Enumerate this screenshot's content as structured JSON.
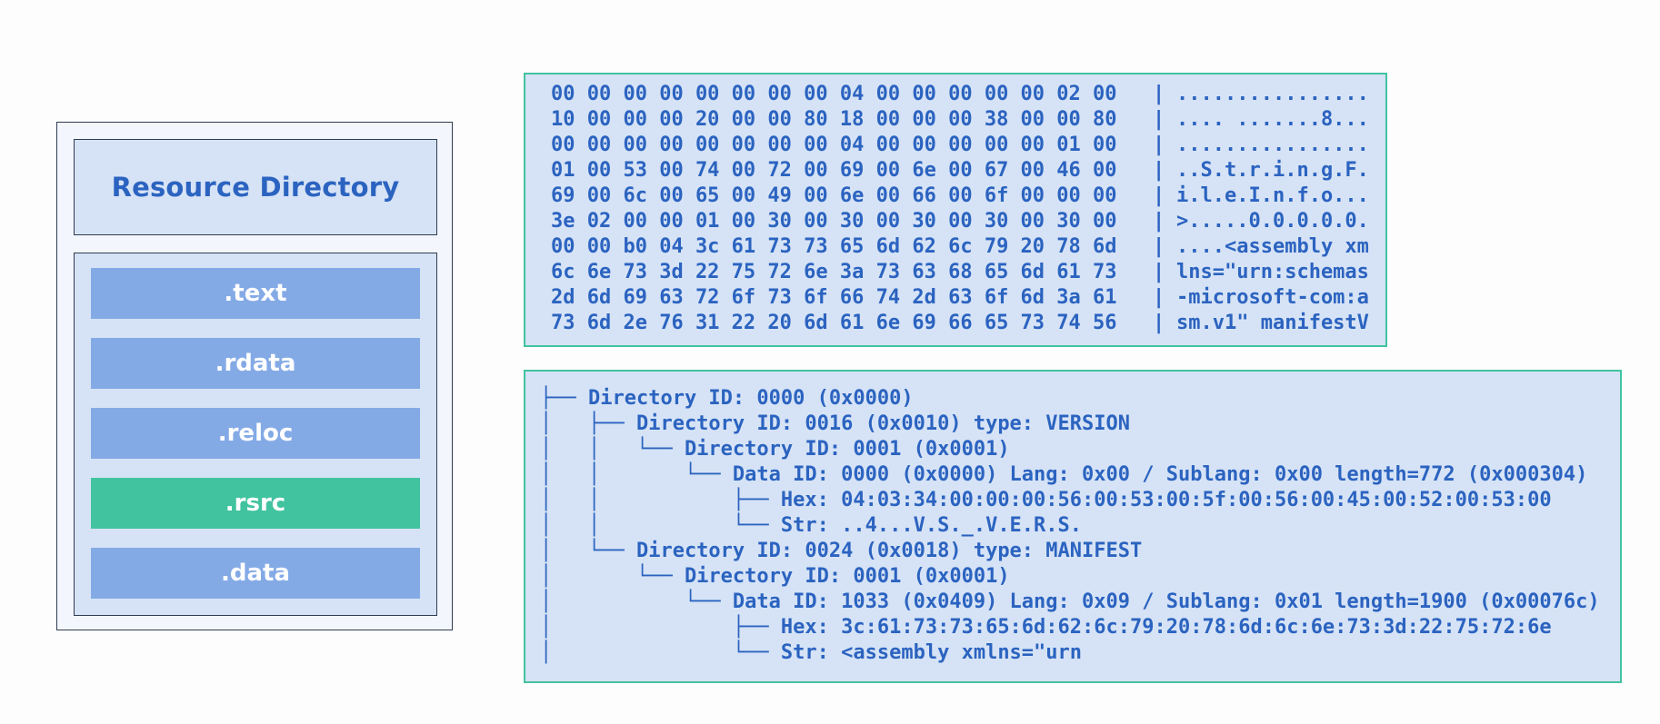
{
  "pe_diagram": {
    "title": "Resource Directory",
    "sections": [
      {
        "label": ".text",
        "highlight": false
      },
      {
        "label": ".rdata",
        "highlight": false
      },
      {
        "label": ".reloc",
        "highlight": false
      },
      {
        "label": ".rsrc",
        "highlight": true
      },
      {
        "label": ".data",
        "highlight": false
      }
    ]
  },
  "hex_dump": {
    "separator": "|",
    "rows": [
      {
        "hex": "00 00 00 00 00 00 00 00 04 00 00 00 00 00 02 00",
        "ascii": "................"
      },
      {
        "hex": "10 00 00 00 20 00 00 80 18 00 00 00 38 00 00 80",
        "ascii": ".... .......8..."
      },
      {
        "hex": "00 00 00 00 00 00 00 00 04 00 00 00 00 00 01 00",
        "ascii": "................"
      },
      {
        "hex": "01 00 53 00 74 00 72 00 69 00 6e 00 67 00 46 00",
        "ascii": "..S.t.r.i.n.g.F."
      },
      {
        "hex": "69 00 6c 00 65 00 49 00 6e 00 66 00 6f 00 00 00",
        "ascii": "i.l.e.I.n.f.o..."
      },
      {
        "hex": "3e 02 00 00 01 00 30 00 30 00 30 00 30 00 30 00",
        "ascii": ">.....0.0.0.0.0."
      },
      {
        "hex": "00 00 b0 04 3c 61 73 73 65 6d 62 6c 79 20 78 6d",
        "ascii": "....<assembly xm"
      },
      {
        "hex": "6c 6e 73 3d 22 75 72 6e 3a 73 63 68 65 6d 61 73",
        "ascii": "lns=\"urn:schemas"
      },
      {
        "hex": "2d 6d 69 63 72 6f 73 6f 66 74 2d 63 6f 6d 3a 61",
        "ascii": "-microsoft-com:a"
      },
      {
        "hex": "73 6d 2e 76 31 22 20 6d 61 6e 69 66 65 73 74 56",
        "ascii": "sm.v1\" manifestV"
      }
    ]
  },
  "resource_tree": {
    "lines": [
      "├── Directory ID: 0000 (0x0000)",
      "│   ├── Directory ID: 0016 (0x0010) type: VERSION",
      "│   │   └── Directory ID: 0001 (0x0001)",
      "│   │       └── Data ID: 0000 (0x0000) Lang: 0x00 / Sublang: 0x00 length=772 (0x000304)",
      "│   │           ├── Hex: 04:03:34:00:00:00:56:00:53:00:5f:00:56:00:45:00:52:00:53:00",
      "│   │           └── Str: ..4...V.S._.V.E.R.S.",
      "│   └── Directory ID: 0024 (0x0018) type: MANIFEST",
      "│       └── Directory ID: 0001 (0x0001)",
      "│           └── Data ID: 1033 (0x0409) Lang: 0x09 / Sublang: 0x01 length=1900 (0x00076c)",
      "│               ├── Hex: 3c:61:73:73:65:6d:62:6c:79:20:78:6d:6c:6e:73:3d:22:75:72:6e",
      "│               └── Str: <assembly xmlns=\"urn"
    ]
  },
  "colors": {
    "accent_blue": "#2b63c0",
    "section_blue": "#84aae6",
    "section_highlight": "#42c3a0",
    "panel_fill": "#d6e3f6",
    "panel_border": "#42c3a0"
  }
}
